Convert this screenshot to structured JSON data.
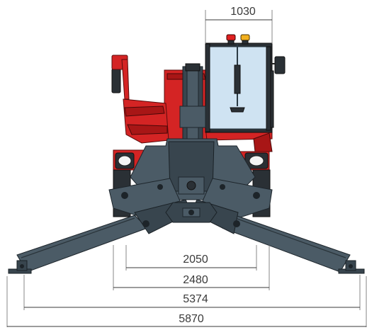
{
  "dimensions": {
    "cab_width": "1030",
    "inner_track": "2050",
    "outer_track": "2480",
    "outrigger_pads": "5374",
    "overall_width": "5870"
  },
  "colors": {
    "body_red": "#d42424",
    "chassis_steel": "#4b5b66",
    "cab_glass": "#cfe3f2",
    "beacon_red": "#e02020",
    "beacon_yellow": "#f2b01e"
  }
}
